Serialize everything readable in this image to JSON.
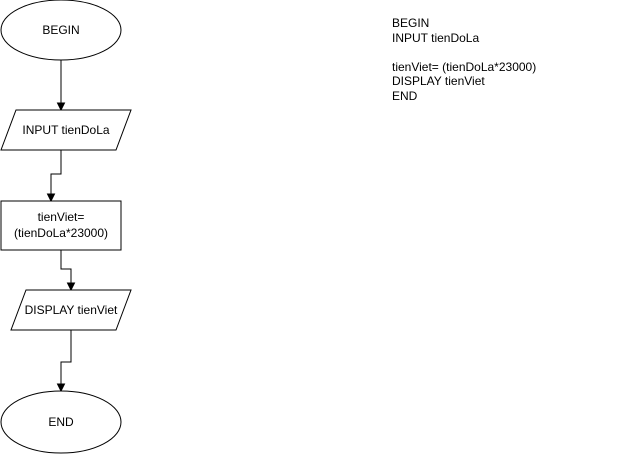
{
  "flowchart": {
    "begin": "BEGIN",
    "input": "INPUT tienDoLa",
    "process": [
      "tienViet=",
      "(tienDoLa*23000)"
    ],
    "display": "DISPLAY tienViet",
    "end": "END"
  },
  "pseudocode": {
    "lines": [
      "BEGIN",
      "INPUT tienDoLa",
      "",
      "tienViet= (tienDoLa*23000)",
      "DISPLAY tienViet",
      "END"
    ]
  }
}
